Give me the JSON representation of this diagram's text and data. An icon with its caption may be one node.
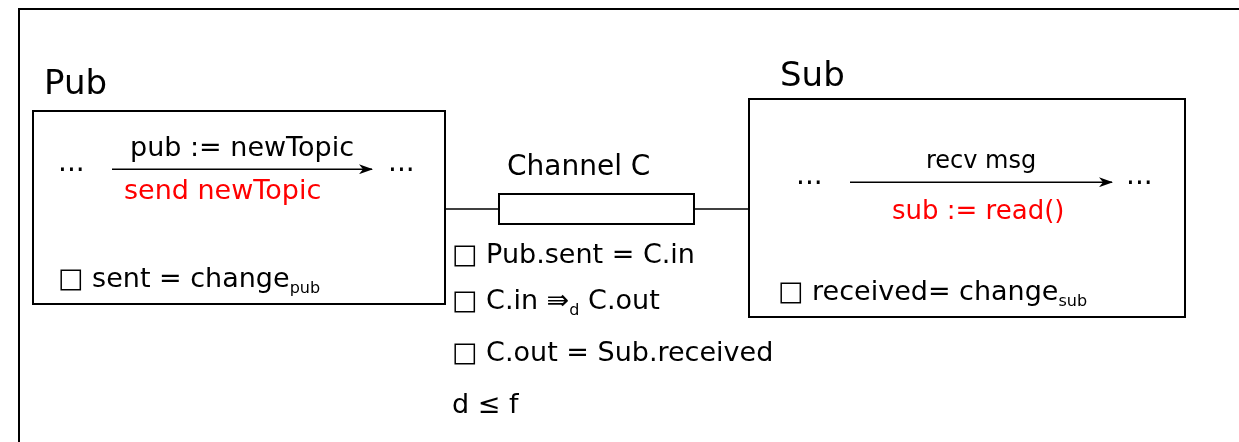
{
  "diagram": {
    "nodes": [
      {
        "text": [
          "Pub",
          "□ sent = change$_{pub}$"
        ]
      },
      {
        "text": [
          "..."
        ],
        "in": 0
      },
      {
        "text": [
          "..."
        ],
        "in": 0
      },
      {
        "text": [
          "Channel C"
        ]
      },
      {
        "text": [
          "Sub",
          "□ received= change$_{sub}$"
        ]
      },
      {
        "text": [
          "..."
        ],
        "in": 4
      },
      {
        "text": [
          "..."
        ],
        "in": 4
      }
    ],
    "edges": [
      {
        "from": 1,
        "to": 2,
        "arrow": "to",
        "label": "pub := newTopic"
      },
      {
        "from": 0,
        "to": 3,
        "arrow": "none"
      },
      {
        "from": 3,
        "to": 4,
        "arrow": "none"
      },
      {
        "from": 5,
        "to": 6,
        "arrow": "to",
        "label": "recv msg"
      }
    ],
    "labels": [
      "send newTopic",
      "sub := read()",
      "□ Pub.sent = C.in",
      "□ C.in ⇛$_{d}$ C.out",
      "□ C.out = Sub.received",
      "d ≤ f"
    ]
  }
}
